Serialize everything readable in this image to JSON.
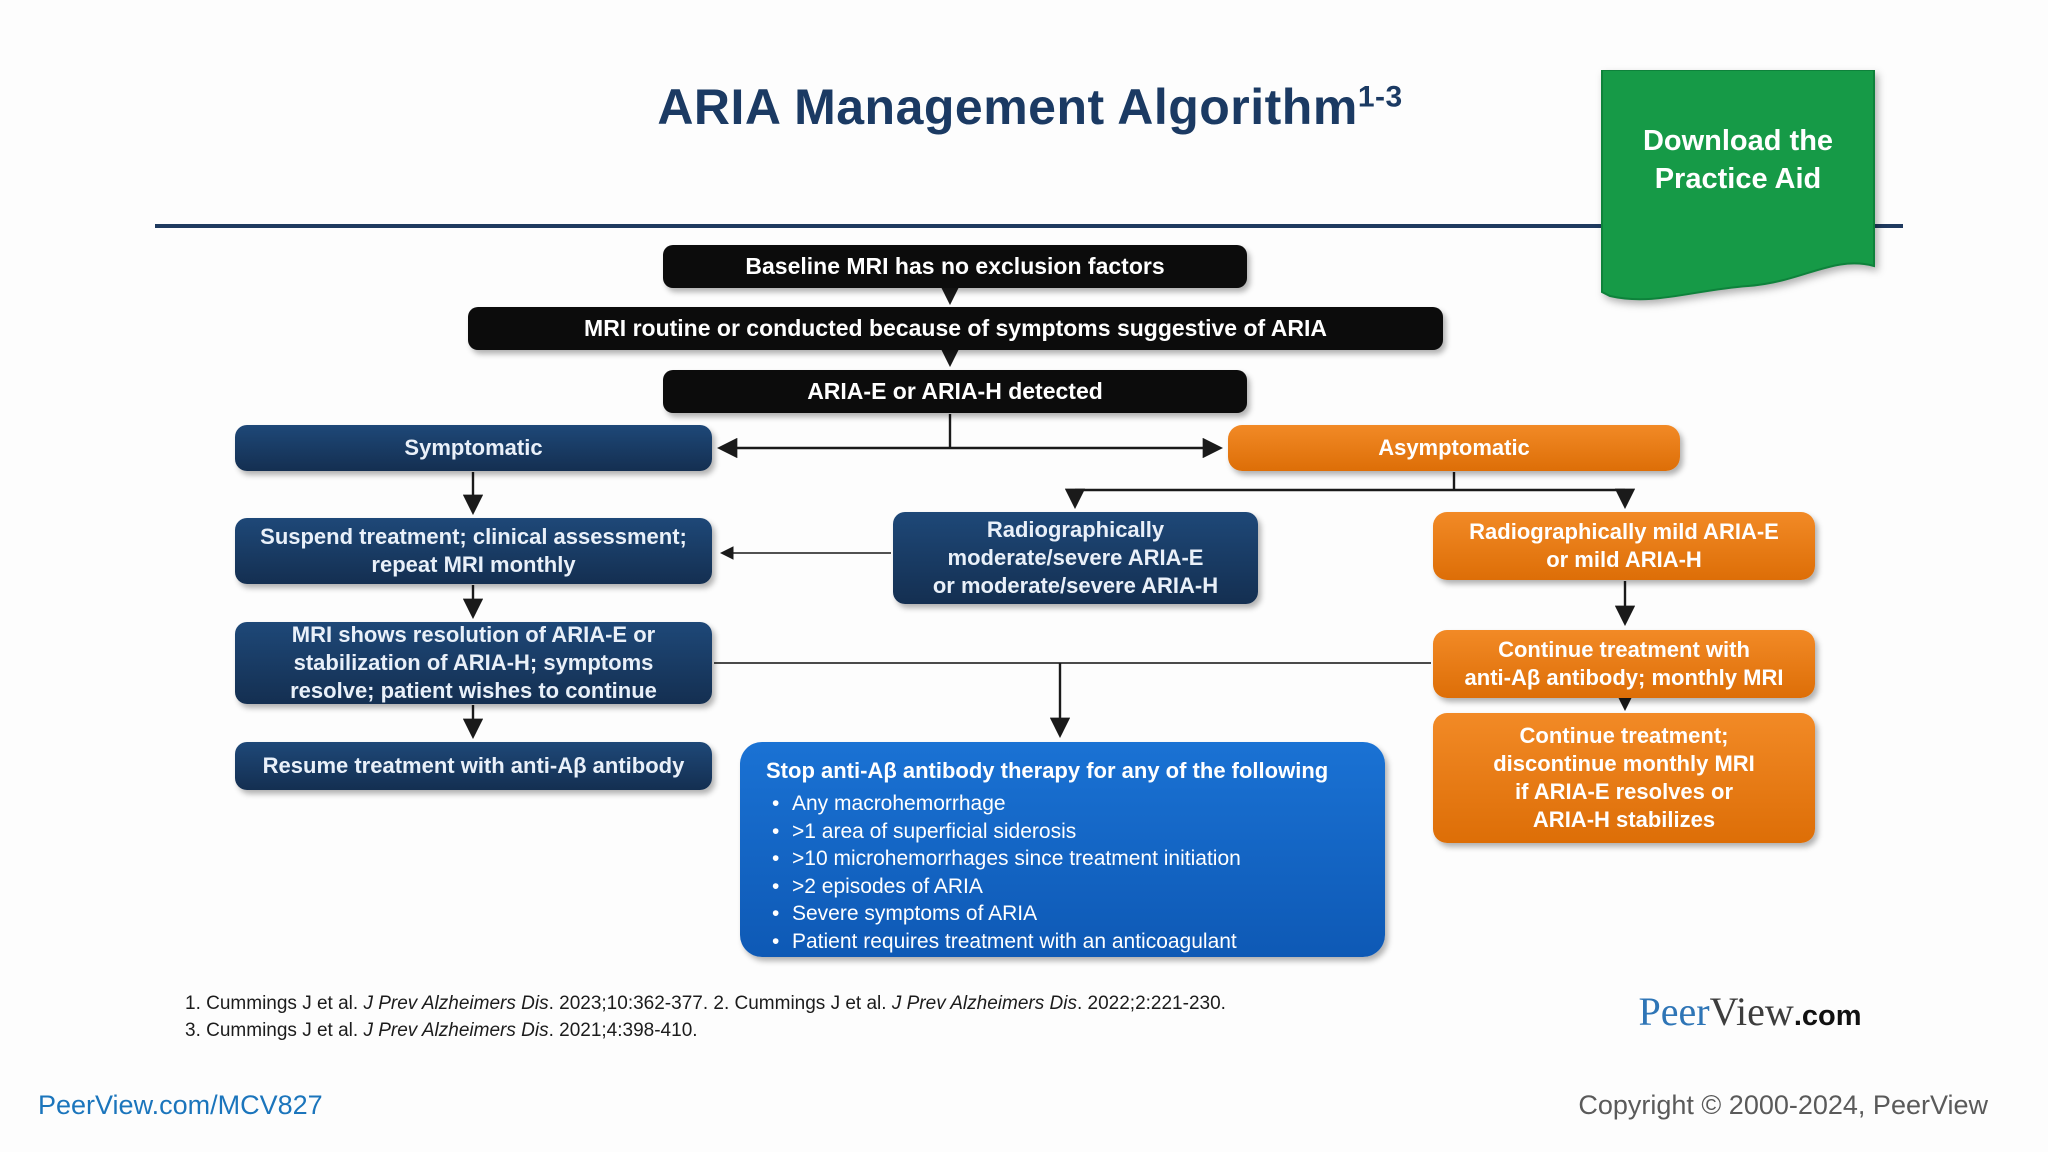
{
  "header": {
    "title": "ARIA Management Algorithm",
    "title_superscript": "1-3",
    "ribbon": {
      "line1": "Download the",
      "line2": "Practice Aid"
    }
  },
  "flowchart": {
    "baseline": "Baseline MRI has no exclusion factors",
    "mri_routine": "MRI routine or conducted because of symptoms suggestive of ARIA",
    "detected": "ARIA-E or ARIA-H detected",
    "symptomatic": "Symptomatic",
    "asymptomatic": "Asymptomatic",
    "suspend": "Suspend treatment; clinical assessment;\nrepeat MRI monthly",
    "radio_moderate": "Radiographically\nmoderate/severe ARIA-E\nor moderate/severe ARIA-H",
    "radio_mild": "Radiographically mild ARIA-E\nor mild ARIA-H",
    "mri_resolution": "MRI shows resolution of ARIA-E or\nstabilization of ARIA-H; symptoms\nresolve; patient wishes to continue",
    "resume": "Resume treatment with anti-Aβ antibody",
    "continue_monthly": "Continue treatment with\nanti-Aβ antibody; monthly MRI",
    "continue_discontinue": "Continue treatment;\ndiscontinue monthly MRI\nif ARIA-E resolves or\nARIA-H stabilizes",
    "stop": {
      "title": "Stop anti-Aβ antibody therapy for any of the following",
      "bullets": [
        "Any macrohemorrhage",
        ">1 area of superficial siderosis",
        ">10 microhemorrhages since treatment initiation",
        ">2 episodes of ARIA",
        "Severe symptoms of ARIA",
        "Patient requires treatment with an anticoagulant"
      ]
    }
  },
  "references": {
    "line1": [
      {
        "text": "1. Cummings J et al. ",
        "italic": false
      },
      {
        "text": "J Prev Alzheimers Dis",
        "italic": true
      },
      {
        "text": ". 2023;10:362-377. 2. Cummings J et al. ",
        "italic": false
      },
      {
        "text": "J Prev Alzheimers Dis",
        "italic": true
      },
      {
        "text": ". 2022;2:221-230.",
        "italic": false
      }
    ],
    "line2": [
      {
        "text": "3. Cummings J et al. ",
        "italic": false
      },
      {
        "text": "J Prev Alzheimers Dis",
        "italic": true
      },
      {
        "text": ". 2021;4:398-410.",
        "italic": false
      }
    ]
  },
  "footer": {
    "link": "PeerView.com/MCV827",
    "logo": {
      "peer": "Peer",
      "view": "View",
      "com": ".com"
    },
    "copyright": "Copyright © 2000-2024, PeerView"
  },
  "colors": {
    "navy_box": "#17375e",
    "orange_box": "#e67817",
    "bright_blue_box": "#1467c4",
    "black_box": "#0c0c0c",
    "green_ribbon": "#169a47",
    "title_navy": "#1b3a63",
    "link_blue": "#1b75bc",
    "copyright_gray": "#5a5a5a"
  }
}
